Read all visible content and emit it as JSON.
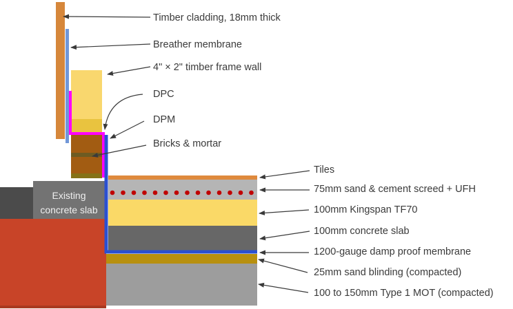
{
  "diagram": {
    "type": "construction-section-detail",
    "labels": {
      "left": [
        {
          "text": "Timber cladding, 18mm thick"
        },
        {
          "text": "Breather membrane"
        },
        {
          "text": "4\" × 2\" timber frame wall"
        },
        {
          "text": "DPC"
        },
        {
          "text": "DPM"
        },
        {
          "text": "Bricks & mortar"
        }
      ],
      "right": [
        {
          "text": "Tiles"
        },
        {
          "text": "75mm sand & cement screed + UFH"
        },
        {
          "text": "100mm Kingspan TF70"
        },
        {
          "text": "100mm concrete slab"
        },
        {
          "text": "1200-gauge damp proof membrane"
        },
        {
          "text": "25mm sand blinding (compacted)"
        },
        {
          "text": "100 to 150mm Type 1 MOT (compacted)"
        }
      ]
    },
    "block_text": {
      "existing_slab_line1": "Existing",
      "existing_slab_line2": "concrete slab"
    },
    "ufh": {
      "pipe_count": 14
    },
    "colors": {
      "cladding": "#D6873B",
      "membrane": "#7197D8",
      "timber_light": "#F9D76E",
      "timber_dark": "#E9C33F",
      "brick": "#A25C12",
      "mortar_joint": "#6E5B22",
      "mortar_bed": "#857117",
      "dpc": "#FF00FF",
      "dpm": "#2B50D0",
      "existing_slab": "#737373",
      "existing_slab_dark": "#4B4B4B",
      "red_block": "#C84428",
      "red_block_edge": "#A93A20",
      "tiles": "#DF8A3D",
      "screed": "#B5B5B5",
      "ufh_dot": "#C00000",
      "kingspan": "#FAD967",
      "concrete": "#676767",
      "sand_blinding": "#B8900F",
      "mot": "#9D9D9D",
      "label_text": "#3A3A3A"
    }
  }
}
